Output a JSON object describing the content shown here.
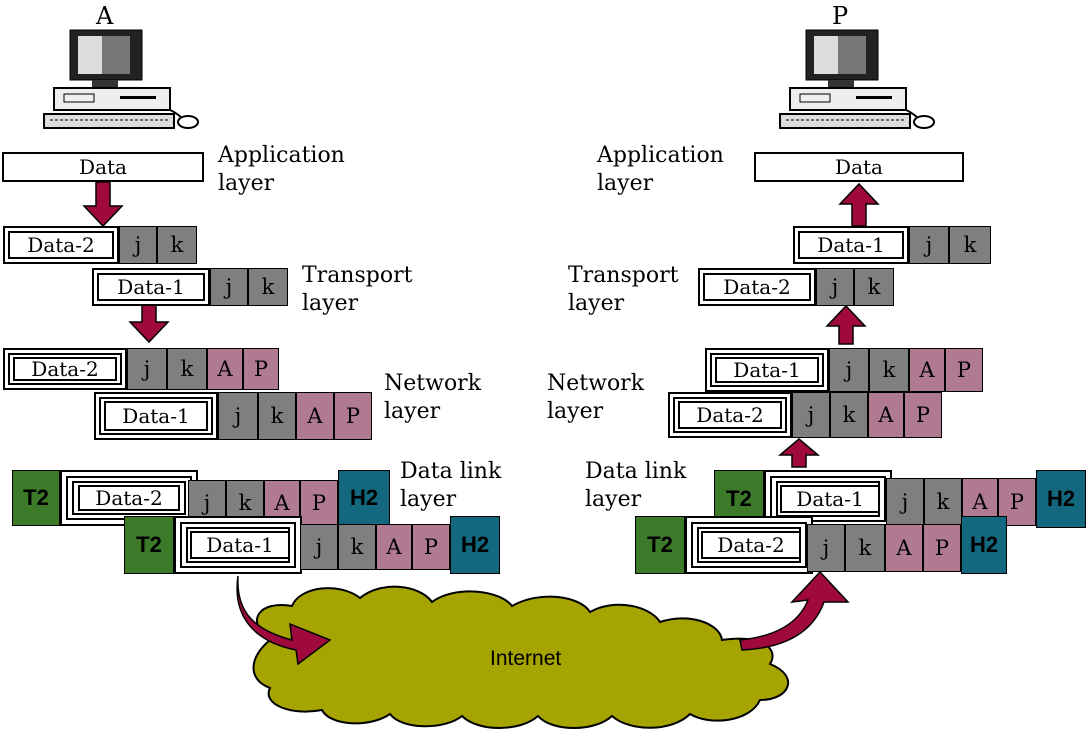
{
  "hosts": {
    "sender": "A",
    "receiver": "P"
  },
  "layers": {
    "application": [
      "Application",
      "layer"
    ],
    "transport": [
      "Transport",
      "layer"
    ],
    "network": [
      "Network",
      "layer"
    ],
    "datalink": [
      "Data link",
      "layer"
    ]
  },
  "labels": {
    "data": "Data",
    "data1": "Data-1",
    "data2": "Data-2",
    "j": "j",
    "k": "k",
    "a": "A",
    "p": "P",
    "t2": "T2",
    "h2": "H2"
  },
  "cloud_label": "Internet",
  "colors": {
    "header_gray": "#7f7f7f",
    "header_mauve": "#b07a93",
    "trailer_green": "#3c7a2a",
    "header_teal": "#13687f",
    "arrow": "#a0093e",
    "cloud": "#a6a400"
  }
}
